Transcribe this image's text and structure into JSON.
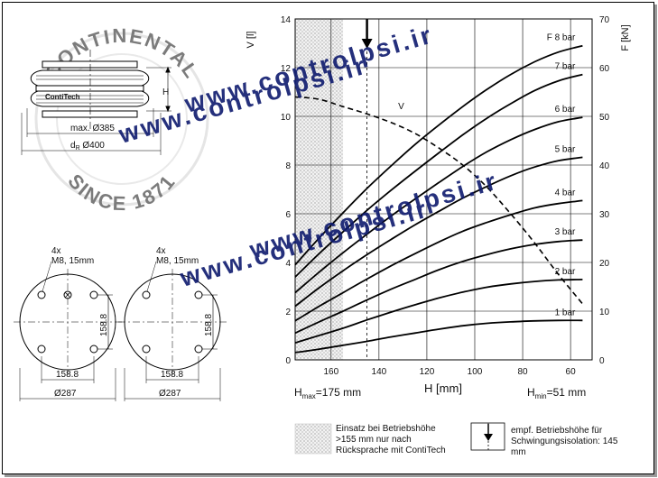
{
  "drawing": {
    "side_view": {
      "logo_text": "ContiTech",
      "max_dim": "max. Ø385",
      "dr_dim_prefix": "d",
      "dr_dim_sub": "R",
      "dr_dim_value": " Ø400",
      "h_label": "H"
    },
    "flange_left": {
      "holes_line1": "4x",
      "holes_line2": "M8, 15mm",
      "dim_horizontal": "158.8",
      "dim_vertical": "158.8",
      "dim_diameter": "Ø287"
    },
    "flange_right": {
      "holes_line1": "4x",
      "holes_line2": "M8, 15mm",
      "dim_horizontal": "158.8",
      "dim_vertical": "158.8",
      "dim_diameter": "Ø287"
    }
  },
  "stamp": {
    "ring_top": "CONTINENTAL",
    "ring_bottom": "SINCE 1871"
  },
  "watermark": {
    "line1": "www.controlpsi.ir",
    "line2": "www.controlpsi.ir",
    "line3": "www.controlpsi.ir",
    "line4": "www.controlpsi.ir"
  },
  "chart_data": {
    "type": "line",
    "xlabel": "H [mm]",
    "ylabel_left": "V [l]",
    "ylabel_right": "F [kN]",
    "x_reversed": true,
    "xlim": [
      175,
      51
    ],
    "ylim_left": [
      0,
      14
    ],
    "ylim_right": [
      0,
      70
    ],
    "x_ticks": [
      160,
      140,
      120,
      100,
      80,
      60
    ],
    "y_ticks_left": [
      0,
      2,
      4,
      6,
      8,
      10,
      12,
      14
    ],
    "y_ticks_right": [
      0,
      10,
      20,
      30,
      40,
      50,
      60,
      70
    ],
    "grid": true,
    "hmax_label_main": "H",
    "hmax_label_sub": "max",
    "hmax_label_value": "=175 mm",
    "hmin_label_main": "H",
    "hmin_label_sub": "min",
    "hmin_label_value": "=51 mm",
    "recommended_height": 145,
    "hatched_region": [
      175,
      155
    ],
    "volume_series": {
      "name": "V",
      "x": [
        175,
        165,
        155,
        145,
        135,
        125,
        115,
        105,
        95,
        85,
        75,
        65,
        55
      ],
      "y": [
        10.8,
        10.7,
        10.4,
        10.1,
        9.75,
        9.3,
        8.7,
        8.0,
        7.1,
        6.0,
        4.8,
        3.5,
        2.3
      ]
    },
    "force_series": [
      {
        "name": "1 bar",
        "x": [
          175,
          165,
          155,
          145,
          135,
          125,
          115,
          105,
          95,
          85,
          75,
          65,
          55
        ],
        "y": [
          1.5,
          2.2,
          3.0,
          3.8,
          4.7,
          5.5,
          6.3,
          7.0,
          7.5,
          7.8,
          8.0,
          8.1,
          8.1
        ]
      },
      {
        "name": "2 bar",
        "x": [
          175,
          165,
          155,
          145,
          135,
          125,
          115,
          105,
          95,
          85,
          75,
          65,
          55
        ],
        "y": [
          3.5,
          5.0,
          6.5,
          8.2,
          9.8,
          11.3,
          12.7,
          13.9,
          14.9,
          15.6,
          16.1,
          16.4,
          16.5
        ]
      },
      {
        "name": "3 bar",
        "x": [
          175,
          165,
          155,
          145,
          135,
          125,
          115,
          105,
          95,
          85,
          75,
          65,
          55
        ],
        "y": [
          5.5,
          7.8,
          10.0,
          12.3,
          14.5,
          16.5,
          18.5,
          20.2,
          21.6,
          22.8,
          23.7,
          24.3,
          24.6
        ]
      },
      {
        "name": "4 bar",
        "x": [
          175,
          165,
          155,
          145,
          135,
          125,
          115,
          105,
          95,
          85,
          75,
          65,
          55
        ],
        "y": [
          8.0,
          11.0,
          13.8,
          16.6,
          19.3,
          21.8,
          24.2,
          26.4,
          28.2,
          29.8,
          31.2,
          32.1,
          32.7
        ]
      },
      {
        "name": "5 bar",
        "x": [
          175,
          165,
          155,
          145,
          135,
          125,
          115,
          105,
          95,
          85,
          75,
          65,
          55
        ],
        "y": [
          11.0,
          14.8,
          18.3,
          21.6,
          24.7,
          27.7,
          30.5,
          33.2,
          35.6,
          37.8,
          39.6,
          40.9,
          41.6
        ]
      },
      {
        "name": "6 bar",
        "x": [
          175,
          165,
          155,
          145,
          135,
          125,
          115,
          105,
          95,
          85,
          75,
          65,
          55
        ],
        "y": [
          13.8,
          18.0,
          22.0,
          25.8,
          29.5,
          33.0,
          36.4,
          39.7,
          42.7,
          45.2,
          47.3,
          48.9,
          49.8
        ]
      },
      {
        "name": "7 bar",
        "x": [
          175,
          165,
          155,
          145,
          135,
          125,
          115,
          105,
          95,
          85,
          75,
          65,
          55
        ],
        "y": [
          17.0,
          21.8,
          26.3,
          30.7,
          34.8,
          38.7,
          42.5,
          46.2,
          49.6,
          52.6,
          55.3,
          57.3,
          58.6
        ]
      },
      {
        "name": "F 8 bar",
        "x": [
          175,
          165,
          155,
          145,
          135,
          125,
          115,
          105,
          95,
          85,
          75,
          65,
          55
        ],
        "y": [
          19.5,
          25.0,
          30.2,
          35.2,
          39.8,
          44.2,
          48.2,
          52.0,
          55.5,
          58.6,
          61.2,
          63.2,
          64.5
        ]
      }
    ]
  },
  "legend": {
    "hatched_text_1": "Einsatz bei Betriebshöhe",
    "hatched_text_2": ">155 mm nur nach",
    "hatched_text_3": "Rücksprache mit ContiTech",
    "arrow_text_1": "empf. Betriebshöhe für",
    "arrow_text_2": "Schwingungsisolation: 145",
    "arrow_text_3": "mm"
  },
  "colors": {
    "line": "#000000",
    "grid": "#000000",
    "hatch": "#c8c8c8",
    "watermark": "#0e1a6e",
    "stamp": "#d6d6d6"
  }
}
